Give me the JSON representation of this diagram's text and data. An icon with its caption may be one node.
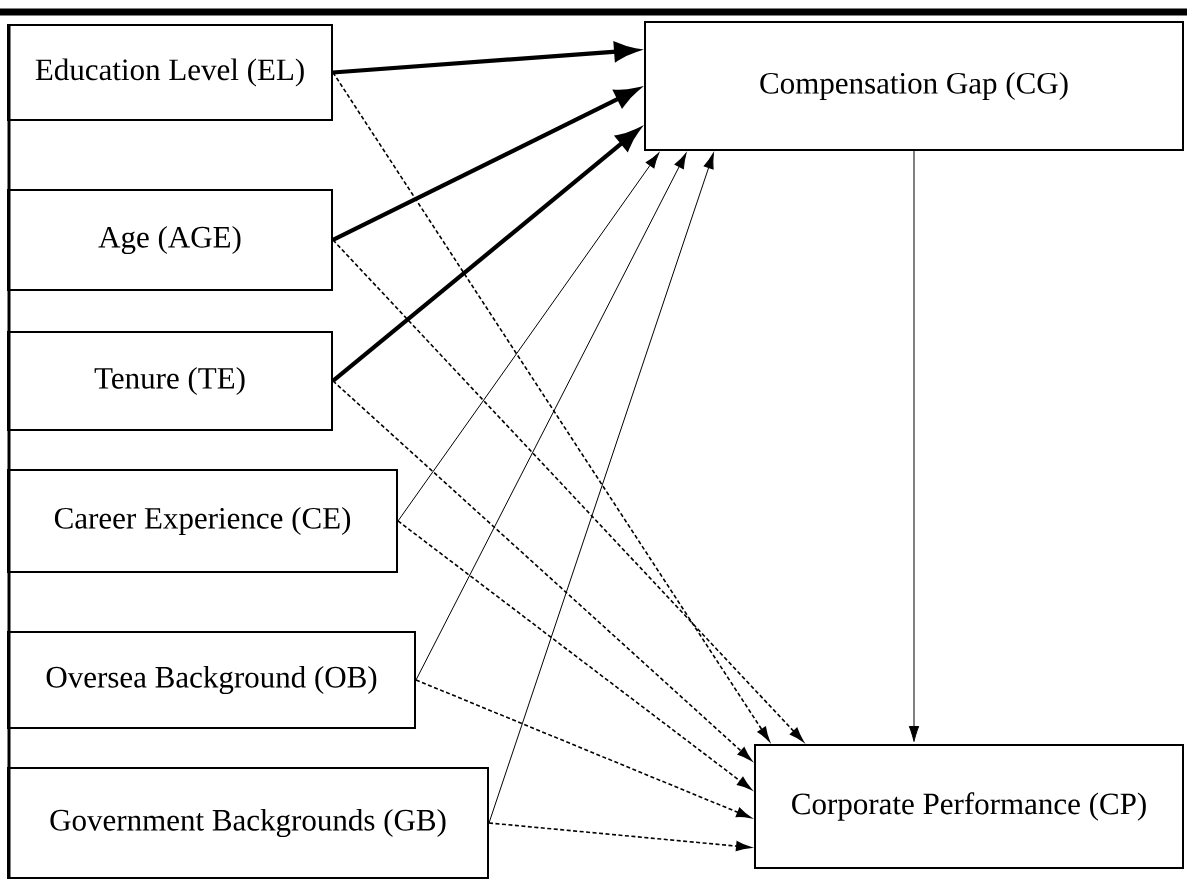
{
  "diagram": {
    "nodes": [
      {
        "text": [
          "Education Level (EL)"
        ]
      },
      {
        "text": [
          "Age (AGE)"
        ]
      },
      {
        "text": [
          "Tenure (TE)"
        ]
      },
      {
        "text": [
          "Career Experience (CE)"
        ]
      },
      {
        "text": [
          "Oversea Background (OB)"
        ]
      },
      {
        "text": [
          "Government Backgrounds (GB)"
        ]
      },
      {
        "text": [
          "Compensation Gap (CG)"
        ]
      },
      {
        "text": [
          "Corporate Performance (CP)"
        ]
      }
    ],
    "edges": [
      {
        "from": 0,
        "to": 6,
        "arrow": "to",
        "style": "thick"
      },
      {
        "from": 1,
        "to": 6,
        "arrow": "to",
        "style": "thick"
      },
      {
        "from": 2,
        "to": 6,
        "arrow": "to",
        "style": "thick"
      },
      {
        "from": 3,
        "to": 6,
        "arrow": "to"
      },
      {
        "from": 4,
        "to": 6,
        "arrow": "to"
      },
      {
        "from": 5,
        "to": 6,
        "arrow": "to"
      },
      {
        "from": 0,
        "to": 7,
        "arrow": "to",
        "style": "dashed"
      },
      {
        "from": 1,
        "to": 7,
        "arrow": "to",
        "style": "dashed"
      },
      {
        "from": 2,
        "to": 7,
        "arrow": "to",
        "style": "dashed"
      },
      {
        "from": 3,
        "to": 7,
        "arrow": "to",
        "style": "dashed"
      },
      {
        "from": 4,
        "to": 7,
        "arrow": "to",
        "style": "dashed"
      },
      {
        "from": 5,
        "to": 7,
        "arrow": "to",
        "style": "dashed"
      },
      {
        "from": 6,
        "to": 7,
        "arrow": "to"
      }
    ]
  }
}
